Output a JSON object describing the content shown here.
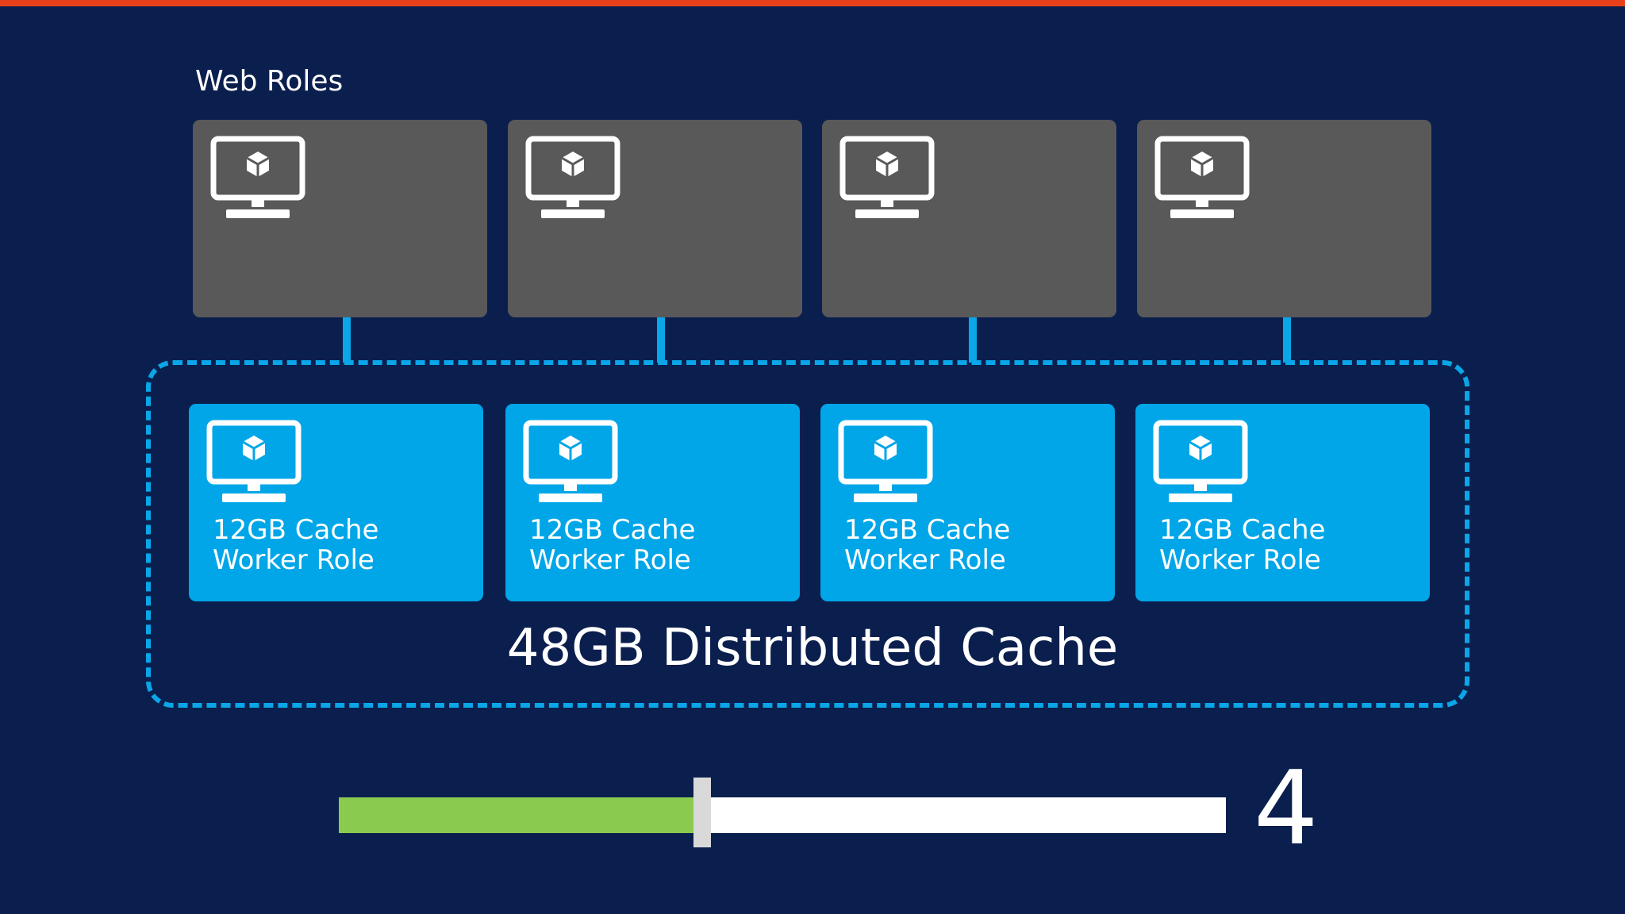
{
  "colors": {
    "background": "#0b1f4e",
    "accent_bar": "#e8401a",
    "web_role": "#595959",
    "worker_role": "#00a6e8",
    "dashed_border": "#0aa6e8",
    "slider_fill": "#8acb4f",
    "slider_track": "#ffffff"
  },
  "web_roles": {
    "title": "Web Roles",
    "items": [
      {
        "icon": "vm-monitor-icon"
      },
      {
        "icon": "vm-monitor-icon"
      },
      {
        "icon": "vm-monitor-icon"
      },
      {
        "icon": "vm-monitor-icon"
      }
    ]
  },
  "worker_roles": [
    {
      "line1": "12GB Cache",
      "line2": "Worker Role",
      "icon": "vm-monitor-icon"
    },
    {
      "line1": "12GB Cache",
      "line2": "Worker Role",
      "icon": "vm-monitor-icon"
    },
    {
      "line1": "12GB Cache",
      "line2": "Worker Role",
      "icon": "vm-monitor-icon"
    },
    {
      "line1": "12GB Cache",
      "line2": "Worker Role",
      "icon": "vm-monitor-icon"
    }
  ],
  "distributed_cache": {
    "label": "48GB Distributed Cache"
  },
  "slider": {
    "value": "4",
    "fill_fraction": 0.41
  }
}
